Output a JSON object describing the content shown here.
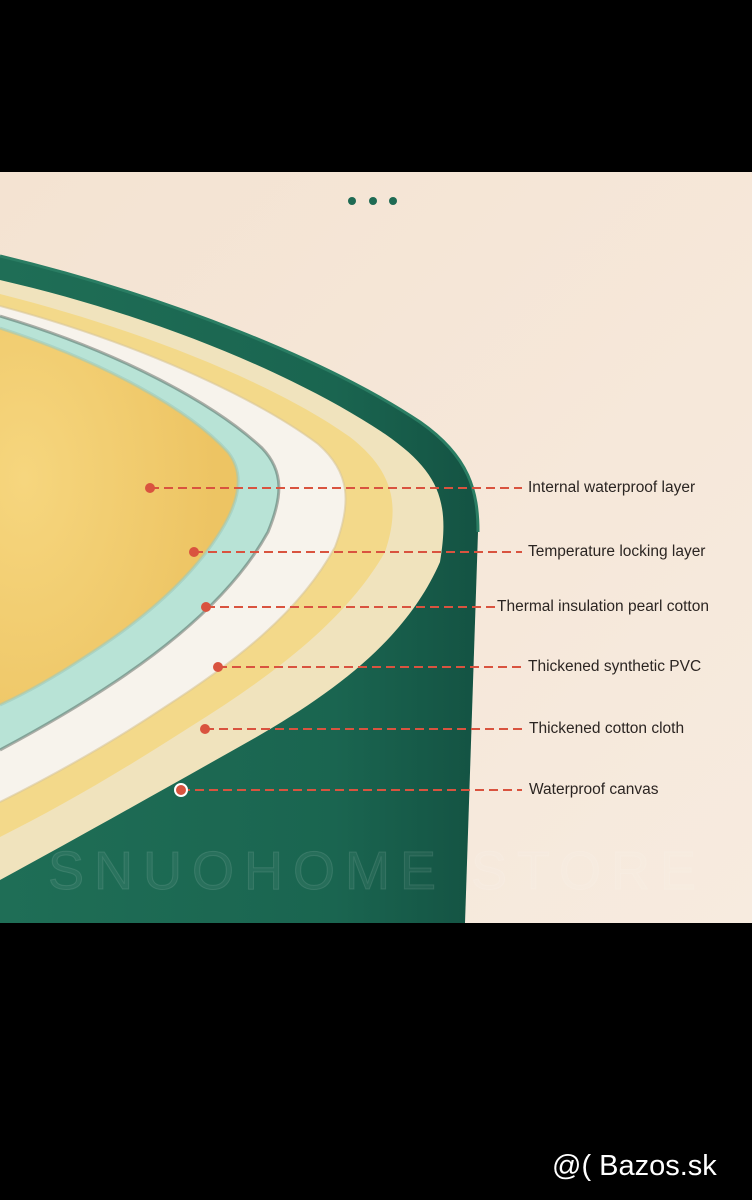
{
  "diagram": {
    "colors": {
      "background": "#f4e6d8",
      "outer_canvas": "#1e6a53",
      "cotton_cloth": "#f0e3bd",
      "synthetic_pvc": "#f3d98a",
      "pearl_cotton": "#f7f3ec",
      "locking_layer": "#b8e3d6",
      "inner_layer": "#f4cf73",
      "leader_line": "#d9533f",
      "marker": "#d9533f"
    },
    "layers": [
      {
        "label": "Internal waterproof layer"
      },
      {
        "label": "Temperature locking layer"
      },
      {
        "label": "Thermal insulation pearl cotton"
      },
      {
        "label": "Thickened synthetic PVC"
      },
      {
        "label": "Thickened cotton cloth"
      },
      {
        "label": "Waterproof canvas"
      }
    ],
    "watermark": "SNUOHOME STORE"
  },
  "footer": {
    "credit": "@( Bazos.sk"
  }
}
